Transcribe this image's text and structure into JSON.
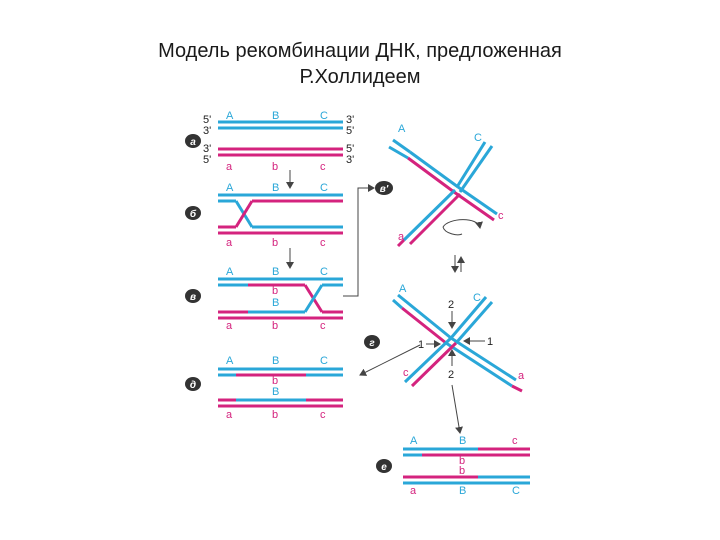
{
  "title": {
    "line1": "Модель рекомбинации ДНК, предложенная",
    "line2": "Р.Холлидеем"
  },
  "colors": {
    "blue": "#2aa7d8",
    "magenta": "#d4237e",
    "arrow": "#444444",
    "badge": "#333333"
  },
  "panels": {
    "a": {
      "badge": "а",
      "top": [
        "A",
        "B",
        "C"
      ],
      "bottom": [
        "a",
        "b",
        "c"
      ],
      "ends_left": [
        "5'",
        "3'",
        "3'",
        "5'"
      ],
      "ends_right": [
        "3'",
        "5'",
        "5'",
        "3'"
      ]
    },
    "b": {
      "badge": "б",
      "top": [
        "A",
        "B",
        "C"
      ],
      "bottom": [
        "a",
        "b",
        "c"
      ]
    },
    "v": {
      "badge": "в",
      "top": [
        "A",
        "B",
        "C"
      ],
      "mid": [
        "b",
        "B"
      ],
      "bottom": [
        "a",
        "b",
        "c"
      ]
    },
    "d": {
      "badge": "д",
      "top": [
        "A",
        "B",
        "C"
      ],
      "mid": [
        "b",
        "B"
      ],
      "bottom": [
        "a",
        "b",
        "c"
      ]
    },
    "v2": {
      "badge": "в'",
      "labels": [
        "A",
        "C",
        "c",
        "a"
      ]
    },
    "g": {
      "badge": "г",
      "labels": [
        "A",
        "C",
        "c",
        "a"
      ],
      "markers": [
        "2",
        "1",
        "1",
        "2"
      ]
    },
    "e": {
      "badge": "е",
      "top": [
        "A",
        "B",
        "c"
      ],
      "mid": [
        "b",
        "b"
      ],
      "bottom": [
        "a",
        "B",
        "C"
      ]
    }
  }
}
